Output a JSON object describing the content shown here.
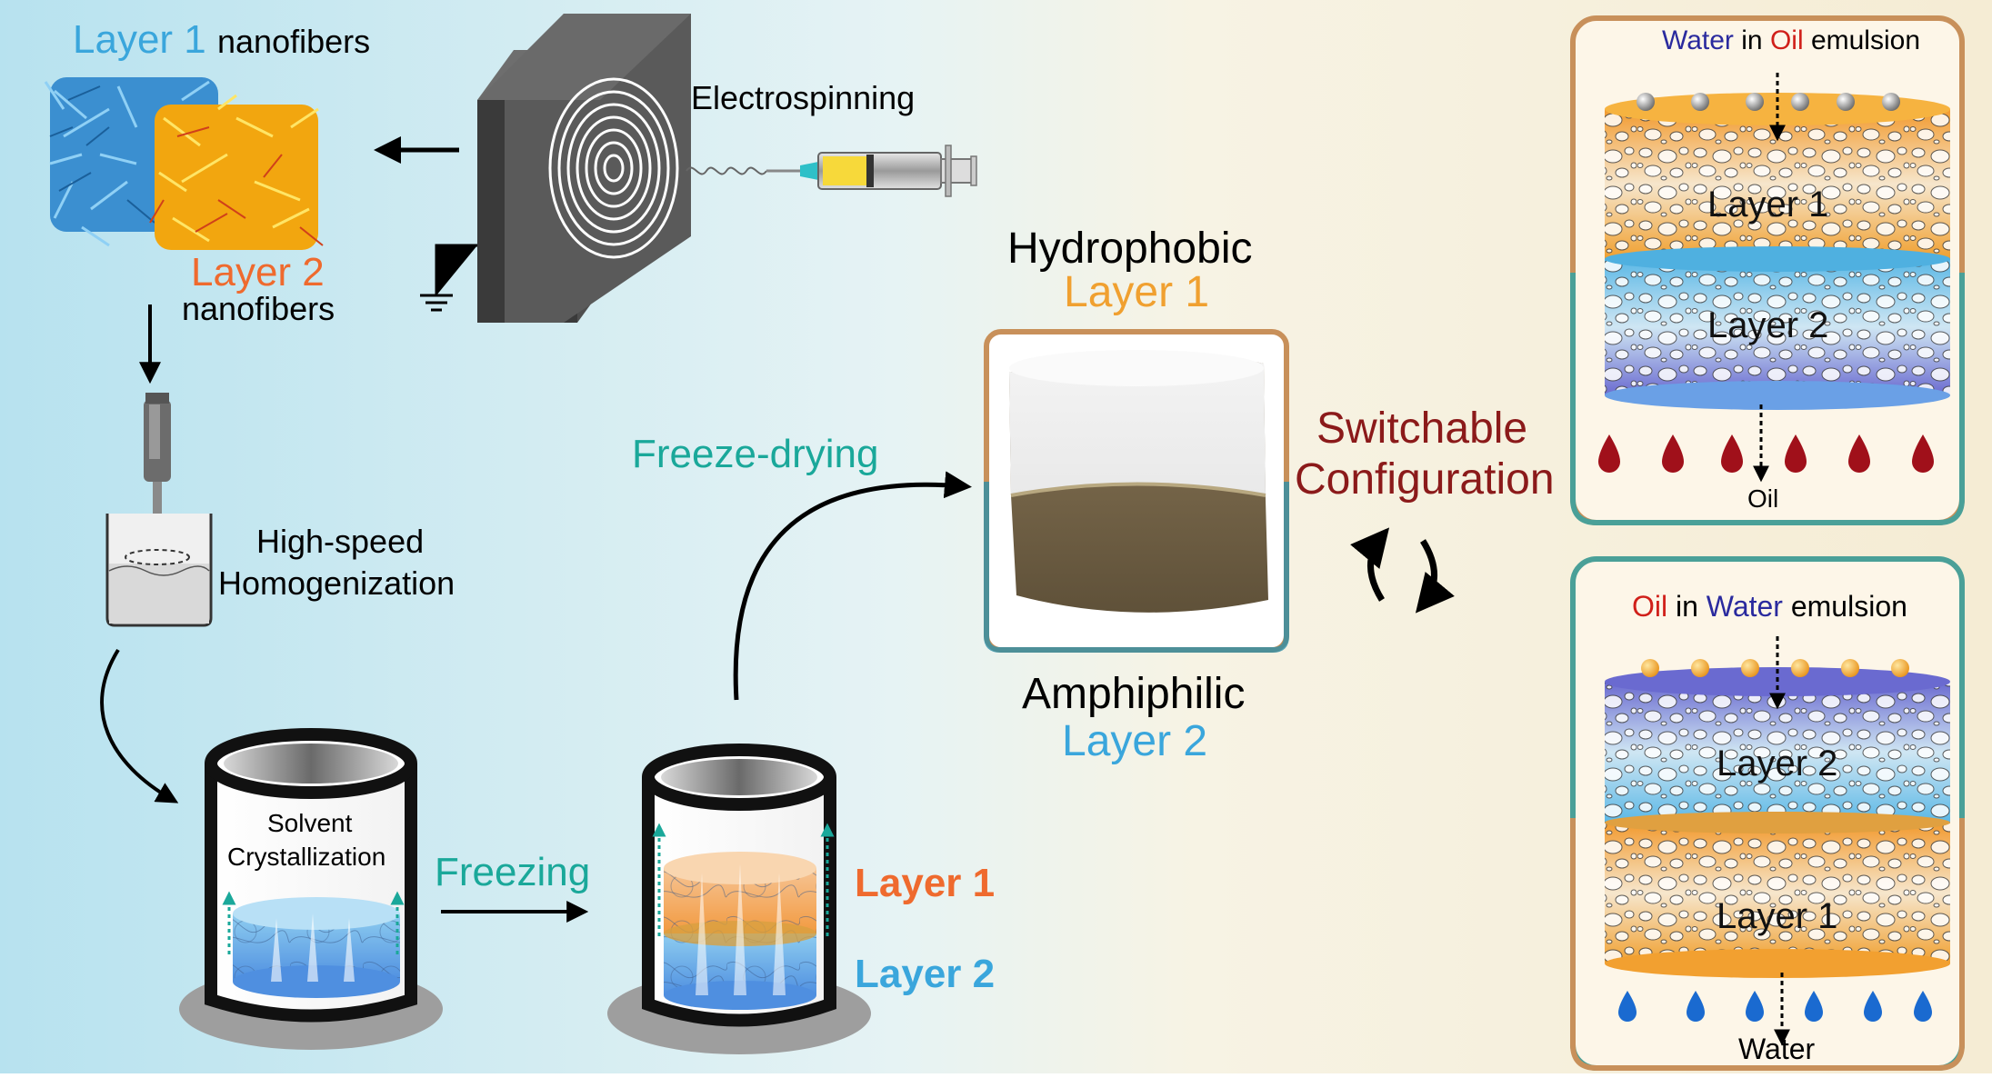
{
  "top_left": {
    "layer1_word": "Layer 1",
    "layer1_suffix": "nanofibers",
    "layer2_word": "Layer 2",
    "layer2_suffix": "nanofibers"
  },
  "steps": {
    "electrospinning": "Electrospinning",
    "homogenization_line1": "High-speed",
    "homogenization_line2": "Homogenization",
    "solvent_line1": "Solvent",
    "solvent_line2": "Crystallization",
    "freezing": "Freezing",
    "freeze_drying": "Freeze-drying"
  },
  "beaker_layers": {
    "layer1": "Layer 1",
    "layer2": "Layer 2"
  },
  "sponge": {
    "top_property": "Hydrophobic",
    "top_layer": "Layer 1",
    "bottom_property": "Amphiphilic",
    "bottom_layer": "Layer 2"
  },
  "switchable": {
    "line1": "Switchable",
    "line2": "Configuration"
  },
  "panel_top": {
    "title_part1": "Water",
    "title_part2": " in ",
    "title_part3": "Oil",
    "title_part4": " emulsion",
    "upper_layer": "Layer 1",
    "lower_layer": "Layer 2",
    "output": "Oil"
  },
  "panel_bottom": {
    "title_part1": "Oil",
    "title_part2": " in ",
    "title_part3": "Water",
    "title_part4": " emulsion",
    "upper_layer": "Layer 2",
    "lower_layer": "Layer 1",
    "output": "Water"
  },
  "colors": {
    "layer1_blue": "#3aa6dc",
    "layer2_orange": "#ef6a2e",
    "teal": "#1aa89a",
    "maroon": "#8b1a1a",
    "orange_layer": "#f0a030",
    "blue_layer": "#3b8fd0",
    "navy_text": "#2a2a9e",
    "red_text": "#d0201a"
  }
}
